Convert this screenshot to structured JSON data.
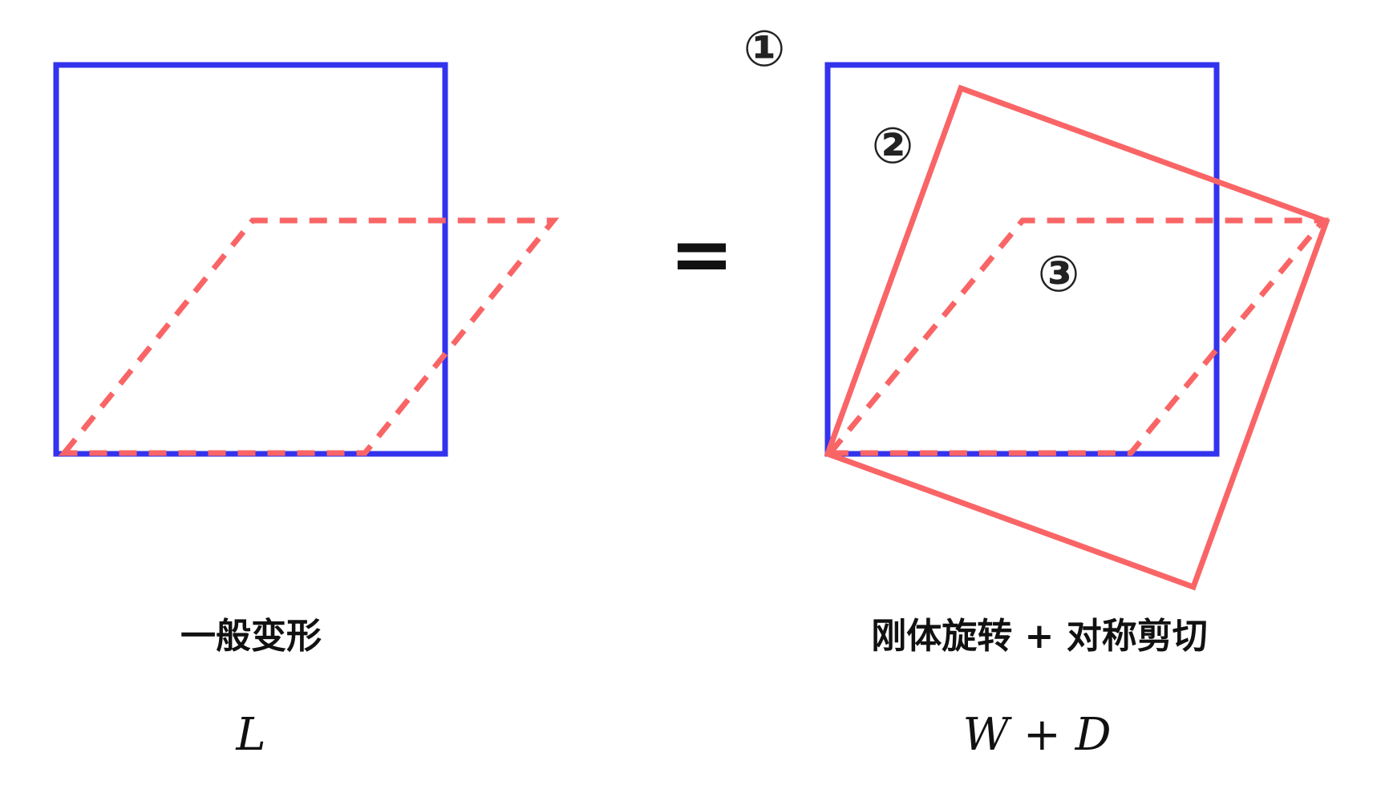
{
  "colors": {
    "square": "#3333ee",
    "deformed": "#f96566",
    "text": "#111111"
  },
  "left": {
    "caption": "一般变形",
    "formula": "L"
  },
  "operator": "=",
  "right": {
    "caption": "刚体旋转 + 对称剪切",
    "formula": "W + D",
    "markers": [
      "①",
      "②",
      "③"
    ]
  }
}
